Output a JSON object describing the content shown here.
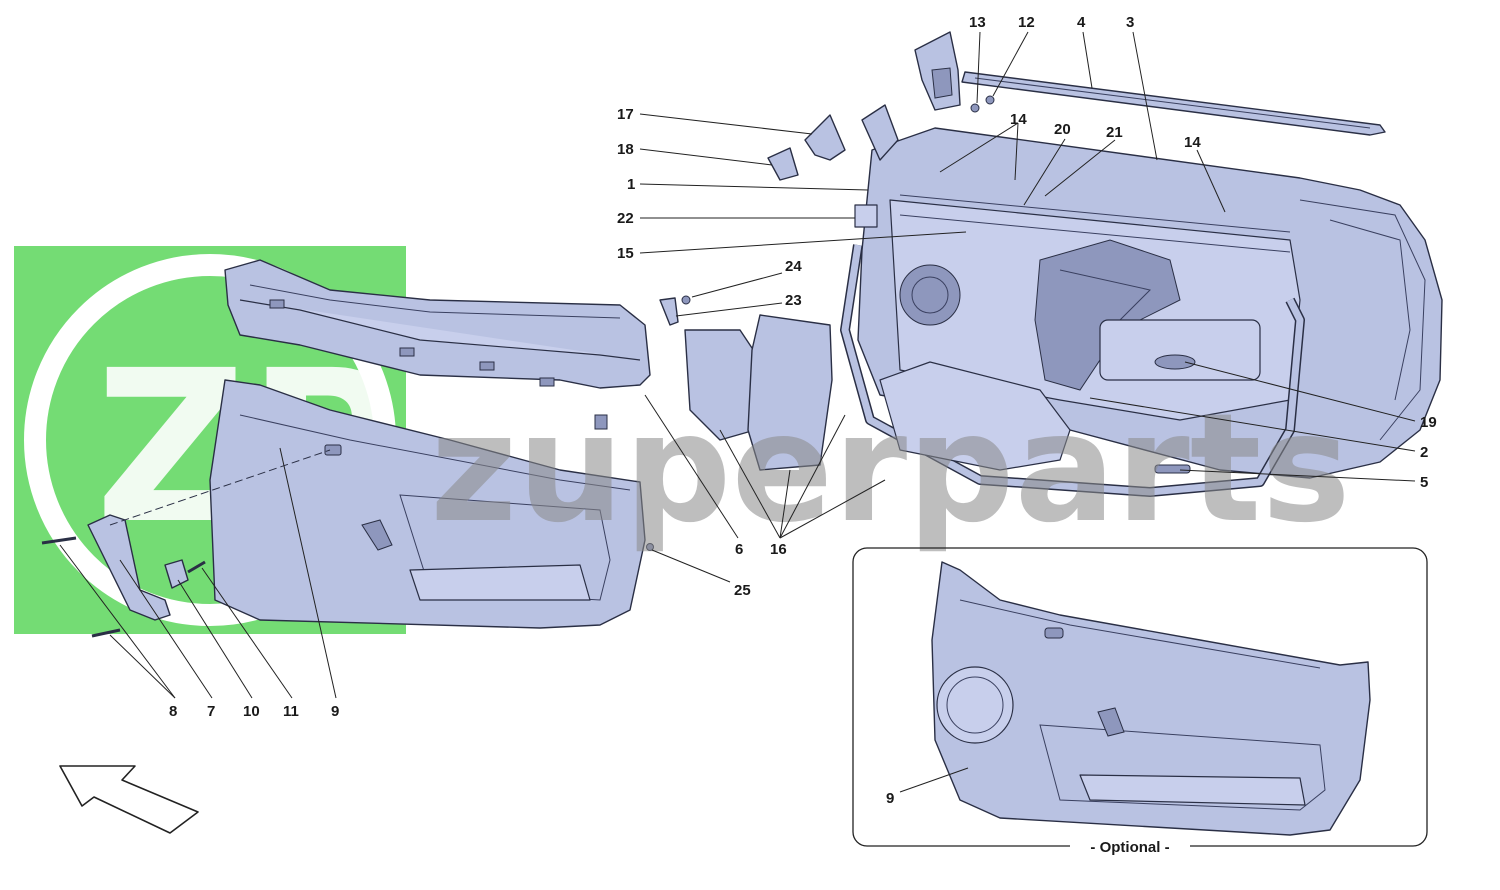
{
  "watermark": {
    "text": "zuperparts",
    "logo_letters": "ZP",
    "logo_color": "#5cd65c"
  },
  "colors": {
    "part_fill": "#b9c2e2",
    "outline": "#2a2f45"
  },
  "callouts": [
    {
      "id": "c13",
      "label": "13"
    },
    {
      "id": "c12",
      "label": "12"
    },
    {
      "id": "c4",
      "label": "4"
    },
    {
      "id": "c3",
      "label": "3"
    },
    {
      "id": "c17",
      "label": "17"
    },
    {
      "id": "c18",
      "label": "18"
    },
    {
      "id": "c1",
      "label": "1"
    },
    {
      "id": "c14a",
      "label": "14"
    },
    {
      "id": "c20",
      "label": "20"
    },
    {
      "id": "c21",
      "label": "21"
    },
    {
      "id": "c14b",
      "label": "14"
    },
    {
      "id": "c22",
      "label": "22"
    },
    {
      "id": "c15",
      "label": "15"
    },
    {
      "id": "c24",
      "label": "24"
    },
    {
      "id": "c23",
      "label": "23"
    },
    {
      "id": "c19",
      "label": "19"
    },
    {
      "id": "c2",
      "label": "2"
    },
    {
      "id": "c5",
      "label": "5"
    },
    {
      "id": "c6",
      "label": "6"
    },
    {
      "id": "c16",
      "label": "16"
    },
    {
      "id": "c25",
      "label": "25"
    },
    {
      "id": "c8",
      "label": "8"
    },
    {
      "id": "c7",
      "label": "7"
    },
    {
      "id": "c10",
      "label": "10"
    },
    {
      "id": "c11",
      "label": "11"
    },
    {
      "id": "c9a",
      "label": "9"
    },
    {
      "id": "c9b",
      "label": "9"
    }
  ],
  "inset": {
    "label": "- Optional -"
  }
}
